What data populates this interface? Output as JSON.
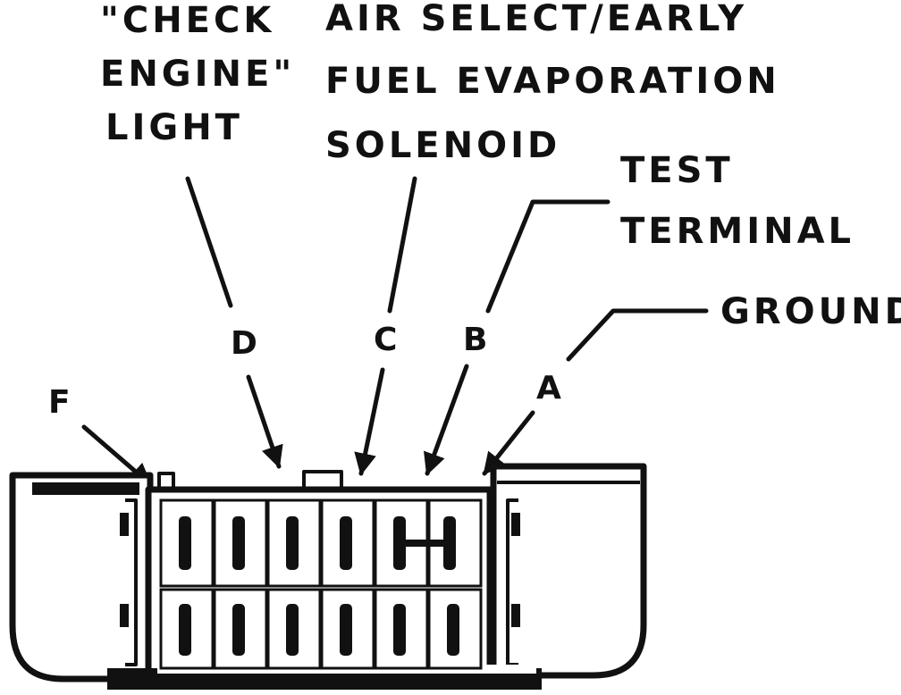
{
  "labels": {
    "check_engine_light": [
      "\"CHECK",
      "ENGINE\"",
      "LIGHT"
    ],
    "air_select": [
      "AIR SELECT/EARLY",
      "FUEL EVAPORATION",
      "SOLENOID"
    ],
    "test_terminal": [
      "TEST",
      "TERMINAL"
    ],
    "ground": "GROUND"
  },
  "pins": {
    "a": "A",
    "b": "B",
    "c": "C",
    "d": "D",
    "f": "F"
  }
}
